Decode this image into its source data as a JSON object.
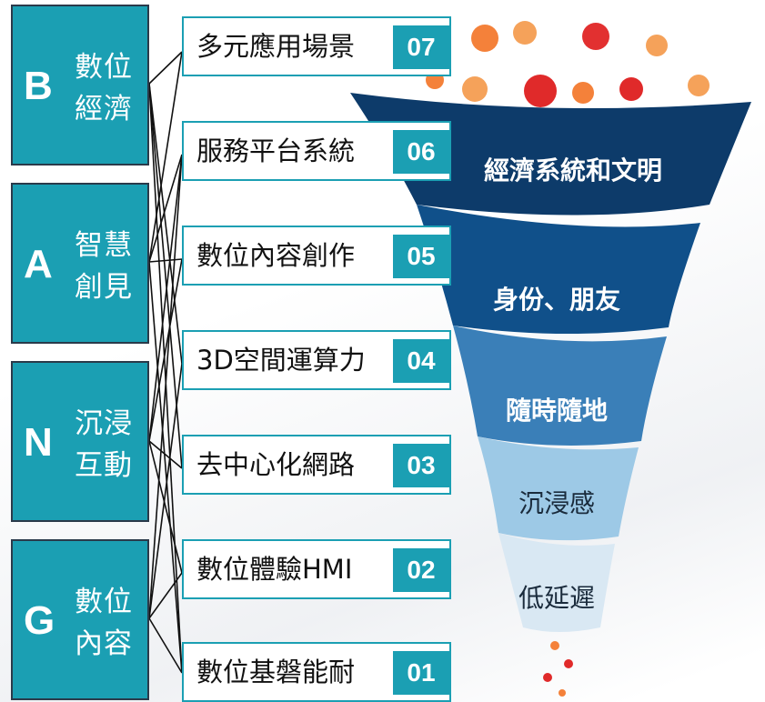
{
  "categories": [
    {
      "letter": "B",
      "name": "數位經濟"
    },
    {
      "letter": "A",
      "name": "智慧創見"
    },
    {
      "letter": "N",
      "name": "沉浸互動"
    },
    {
      "letter": "G",
      "name": "數位內容"
    }
  ],
  "items": [
    {
      "label": "多元應用場景",
      "num": "07"
    },
    {
      "label": "服務平台系統",
      "num": "06"
    },
    {
      "label": "數位內容創作",
      "num": "05"
    },
    {
      "label": "3D空間運算力",
      "num": "04"
    },
    {
      "label": "去中心化網路",
      "num": "03"
    },
    {
      "label": "數位體驗HMI",
      "num": "02"
    },
    {
      "label": "數位基磐能耐",
      "num": "01"
    }
  ],
  "funnel": [
    {
      "label": "經濟系統和文明",
      "color": "#0d3b6a"
    },
    {
      "label": "身份、朋友",
      "color": "#10508a"
    },
    {
      "label": "隨時隨地",
      "color": "#3a7fb8"
    },
    {
      "label": "沉浸感",
      "color": "#9dc9e6"
    },
    {
      "label": "低延遲",
      "color": "#d9e8f3"
    }
  ],
  "colors": {
    "accent": "#1b9fb3",
    "dot_orange": "#f39a4a",
    "dot_red": "#e02a2a"
  }
}
